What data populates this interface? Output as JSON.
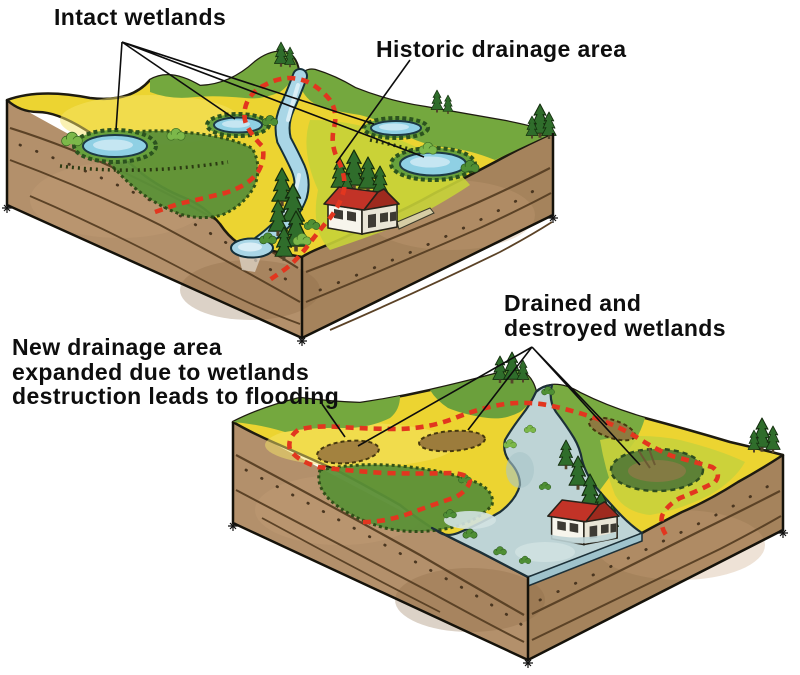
{
  "labels": {
    "intact_wetlands": "Intact wetlands",
    "historic_drainage": "Historic drainage area",
    "drained_line1": "Drained and",
    "drained_line2": "destroyed wetlands",
    "new_drainage_line1": "New drainage area",
    "new_drainage_line2": "expanded due to wetlands",
    "new_drainage_line3": "destruction leads to flooding"
  },
  "colors": {
    "drainage_boundary_red": "#e2361f",
    "grass_yellow": "#ecd431",
    "hill_green": "#74a83e",
    "meadow_green": "#5c9138",
    "soil_brown": "#b3906b",
    "soil_brown_dark": "#a5835c",
    "pond_blue": "#8fd0e4",
    "river_blue": "#a9d6e6",
    "flood_gray_blue": "#bed4d6",
    "house_roof_red": "#c23327",
    "tree_green": "#2f6d2b",
    "label_text": "#0e0e0e"
  }
}
